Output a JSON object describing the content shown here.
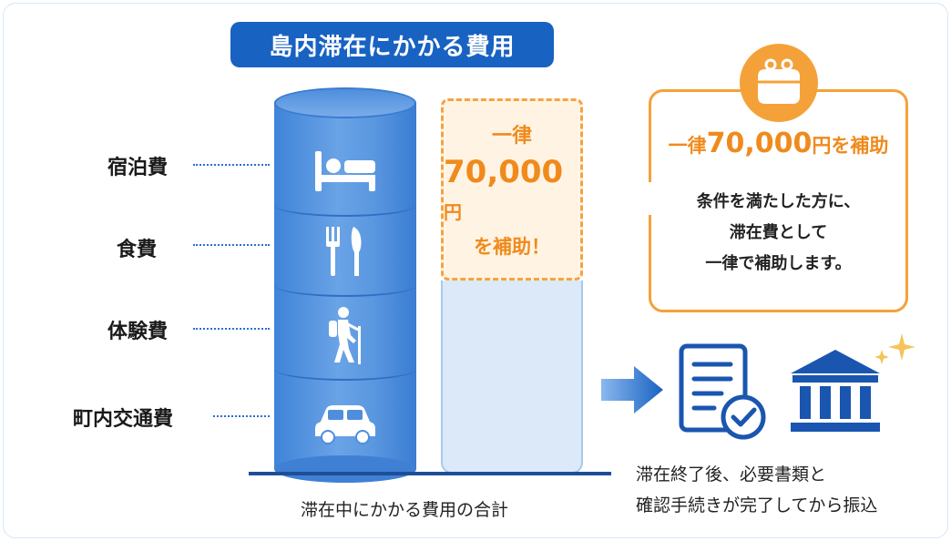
{
  "title": "島内滞在にかかる費用",
  "rows": [
    {
      "label": "宿泊費",
      "icon": "bed-icon"
    },
    {
      "label": "食費",
      "icon": "fork-knife-icon"
    },
    {
      "label": "体験費",
      "icon": "hiker-icon"
    },
    {
      "label": "町内交通費",
      "icon": "car-icon"
    }
  ],
  "subsidy_box": {
    "line1": "一律",
    "amount": "70,000",
    "unit": "円",
    "line3": "を補助！"
  },
  "caption_total": "滞在中にかかる費用の合計",
  "bubble": {
    "prefix": "一律",
    "amount": "70,000",
    "suffix": "円を補助",
    "body": [
      "条件を満たした方に、",
      "滞在費として",
      "一律で補助します。"
    ]
  },
  "steps": [
    "滞在終了後、必要書類と",
    "確認手続きが完了してから振込"
  ],
  "colors": {
    "primary_blue": "#1862c2",
    "accent_orange": "#f08a1c",
    "cylinder_blue": "#4f8edd"
  }
}
